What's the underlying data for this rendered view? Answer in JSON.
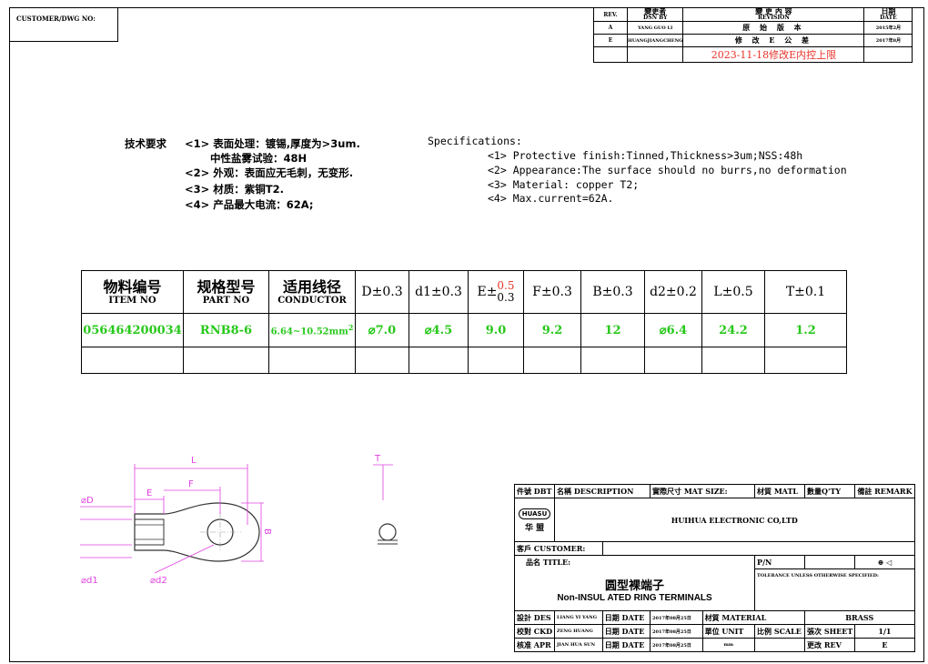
{
  "customer_label": "CUSTOMER/DWG NO:",
  "revision": {
    "headers": {
      "rev": "REV.",
      "changer_cn": "變更者",
      "changer_en": "DSN BY",
      "desc_cn": "變   更   內   容",
      "desc_en": "REVISION",
      "date_cn": "日期",
      "date_en": "DATE"
    },
    "rows": [
      {
        "rev": "A",
        "by": "YANG GUO LI",
        "desc": "原 始 版 本",
        "date": "2015年2月"
      },
      {
        "rev": "E",
        "by": "HUANGJIANGCHENG",
        "desc": "修 改 E 公 差",
        "date": "2017年8月"
      }
    ],
    "note": "2023-11-18修改E内控上限"
  },
  "specs_cn": {
    "heading": "技术要求",
    "items": [
      "<1> 表面处理：镀锡,厚度为>3um.",
      "中性盐雾试验：48H",
      "<2> 外观：表面应无毛刺，无变形.",
      "<3> 材质：紫铜T2.",
      "<4> 产品最大电流：62A;"
    ]
  },
  "specs_en": {
    "heading": "Specifications:",
    "items": [
      "<1> Protective finish:Tinned,Thickness>3um;NSS:48h",
      "<2> Appearance:The surface should no burrs,no deformation",
      "<3> Material: copper T2;",
      "<4> Max.current=62A."
    ]
  },
  "table": {
    "h_item_cn": "物料编号",
    "h_item_en": "ITEM NO",
    "h_part_cn": "规格型号",
    "h_part_en": "PART NO",
    "h_cond_cn": "适用线径",
    "h_cond_en": "CONDUCTOR",
    "h_D": "D±0.3",
    "h_d1": "d1±0.3",
    "h_E_pre": "E±",
    "h_E_up": "0.5",
    "h_E_low": "0.3",
    "h_F": "F±0.3",
    "h_B": "B±0.3",
    "h_d2": "d2±0.2",
    "h_L": "L±0.5",
    "h_T": "T±0.1",
    "row": {
      "item": "056464200034",
      "part": "RNB8-6",
      "cond": "6.64~10.52mm",
      "cond_sup": "2",
      "D": "⌀7.0",
      "d1": "⌀4.5",
      "E": "9.0",
      "F": "9.2",
      "B": "12",
      "d2": "⌀6.4",
      "L": "24.2",
      "T": "1.2"
    }
  },
  "drawing_labels": {
    "L": "L",
    "E": "E",
    "F": "F",
    "D": "⌀D",
    "d1": "⌀d1",
    "d2": "⌀d2",
    "B": "B",
    "T": "T"
  },
  "title_block": {
    "dbt": "件號 DBT",
    "desc": "名稱   DESCRIPTION",
    "matsize": "實際尺寸   MAT SIZE:",
    "matl": "材質 MATL",
    "qty": "數量Q'TY",
    "remark": "備註 REMARK",
    "logo_text": "HUASU",
    "logo_cn": "华 盟",
    "company": "HUIHUA ELECTRONIC CO,LTD",
    "customer": "客戶 CUSTOMER:",
    "title_label": "品名 TITLE:",
    "pn": "P/N",
    "product_cn": "圆型裸端子",
    "product_en": "Non-INSUL ATED RING TERMINALS",
    "tolerance": "TOLERANCE UNLESS OTHERWISE SPECIFIED:",
    "des": "設計 DES",
    "des_name": "LIANG YI YANG",
    "ckd": "校對 CKD",
    "ckd_name": "ZENG HUANG",
    "apr": "核准 APR",
    "apr_name": "JIAN HUA SUN",
    "date_label": "日期 DATE",
    "date1": "2017年08月25日",
    "date2": "2017年08月25日",
    "date3": "2017年08月25日",
    "material_label": "材質  MATERIAL",
    "material": "BRASS",
    "unit_label": "單位 UNIT",
    "unit": "mm",
    "scale_label": "比例 SCALE",
    "sheet_label": "張次 SHEET",
    "sheet": "1/1",
    "rev_label": "更改 REV",
    "rev": "E"
  }
}
